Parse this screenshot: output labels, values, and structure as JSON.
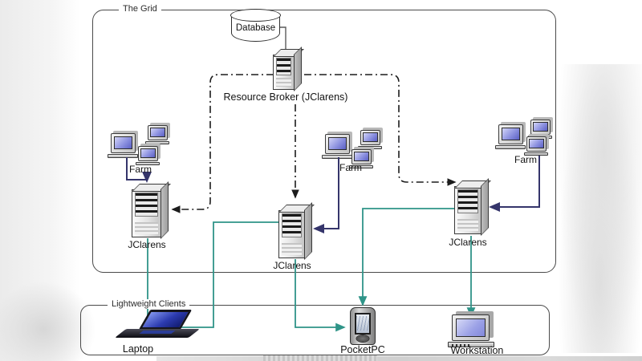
{
  "grid": {
    "label": "The Grid"
  },
  "clients": {
    "label": "Lightweight Clients"
  },
  "nodes": {
    "database": {
      "label": "Database"
    },
    "broker": {
      "label": "Resource Broker (JClarens)"
    },
    "farm_left": {
      "label": "Farm"
    },
    "farm_mid": {
      "label": "Farm"
    },
    "farm_right": {
      "label": "Farm"
    },
    "jc_left": {
      "label": "JClarens"
    },
    "jc_mid": {
      "label": "JClarens"
    },
    "jc_right": {
      "label": "JClarens"
    },
    "laptop": {
      "label": "Laptop"
    },
    "pocketpc": {
      "label": "PocketPC"
    },
    "workstation": {
      "label": "Workstation"
    }
  },
  "edges": [
    {
      "from": "Database",
      "to": "Resource Broker (JClarens)",
      "style": "solid-gray"
    },
    {
      "from": "Resource Broker (JClarens)",
      "to": "JClarens left",
      "style": "dash-dot arrow"
    },
    {
      "from": "Resource Broker (JClarens)",
      "to": "JClarens middle",
      "style": "dash-dot arrow"
    },
    {
      "from": "Resource Broker (JClarens)",
      "to": "JClarens right",
      "style": "dash-dot arrow"
    },
    {
      "from": "Farm left",
      "to": "JClarens left",
      "style": "navy arrow"
    },
    {
      "from": "Farm middle",
      "to": "JClarens middle",
      "style": "navy arrow"
    },
    {
      "from": "Farm right",
      "to": "JClarens right",
      "style": "navy arrow"
    },
    {
      "from": "JClarens left",
      "to": "Laptop",
      "style": "teal"
    },
    {
      "from": "JClarens middle",
      "to": "Laptop",
      "style": "teal"
    },
    {
      "from": "JClarens middle",
      "to": "PocketPC",
      "style": "teal arrow"
    },
    {
      "from": "JClarens right",
      "to": "PocketPC",
      "style": "teal arrow"
    },
    {
      "from": "JClarens right",
      "to": "Workstation",
      "style": "teal arrow"
    }
  ],
  "colors": {
    "dash_dot": "#1c1c1c",
    "farm_link": "#35356b",
    "client_link": "#2f9488",
    "box_border": "#4a4a4a"
  }
}
